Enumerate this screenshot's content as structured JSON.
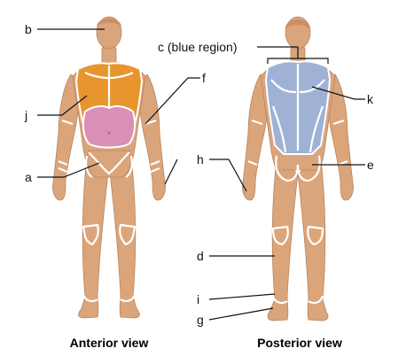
{
  "views": {
    "anterior": "Anterior view",
    "posterior": "Posterior view"
  },
  "labels": {
    "a": "a",
    "b": "b",
    "c": "c (blue region)",
    "d": "d",
    "e": "e",
    "f": "f",
    "g": "g",
    "h": "h",
    "i": "i",
    "j": "j",
    "k": "k"
  },
  "colors": {
    "skin": "#dba57c",
    "orange_region": "#e8952e",
    "pink_region": "#d98fb6",
    "blue_region": "#9fb2d6",
    "region_outline": "#ffffff"
  }
}
